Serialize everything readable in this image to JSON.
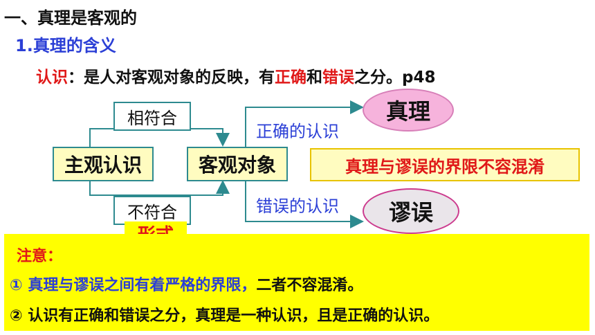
{
  "heading": "一、真理是客观的",
  "subheading": "1.真理的含义",
  "definition": {
    "term": "认识",
    "text1": "：是人对客观对象的反映，有",
    "correct": "正确",
    "and": "和",
    "wrong": "错误",
    "text2": "之分。p48"
  },
  "diagram": {
    "subjective": "主观认识",
    "objective": "客观对象",
    "match": "相符合",
    "mismatch": "不符合",
    "correct_cognition": "正确的认识",
    "wrong_cognition": "错误的认识",
    "truth": "真理",
    "fallacy": "谬误",
    "boundary": "真理与谬误的界限不容混淆",
    "hidden_partial": "形式"
  },
  "note": {
    "title": "注意：",
    "point1_marker": "①",
    "point1_blue": "真理与谬误之间有着严格的界限，",
    "point1_black": "二者不容混淆。",
    "point2": "② 认识有正确和错误之分，真理是一种认识，且是正确的认识。"
  },
  "colors": {
    "teal_border": "#2d8a8f",
    "blue_text": "#2b3fd6",
    "red_text": "#e01818",
    "note_bg": "#ffff00",
    "pink": "#f6b3dc",
    "gray": "#eae5ea"
  }
}
